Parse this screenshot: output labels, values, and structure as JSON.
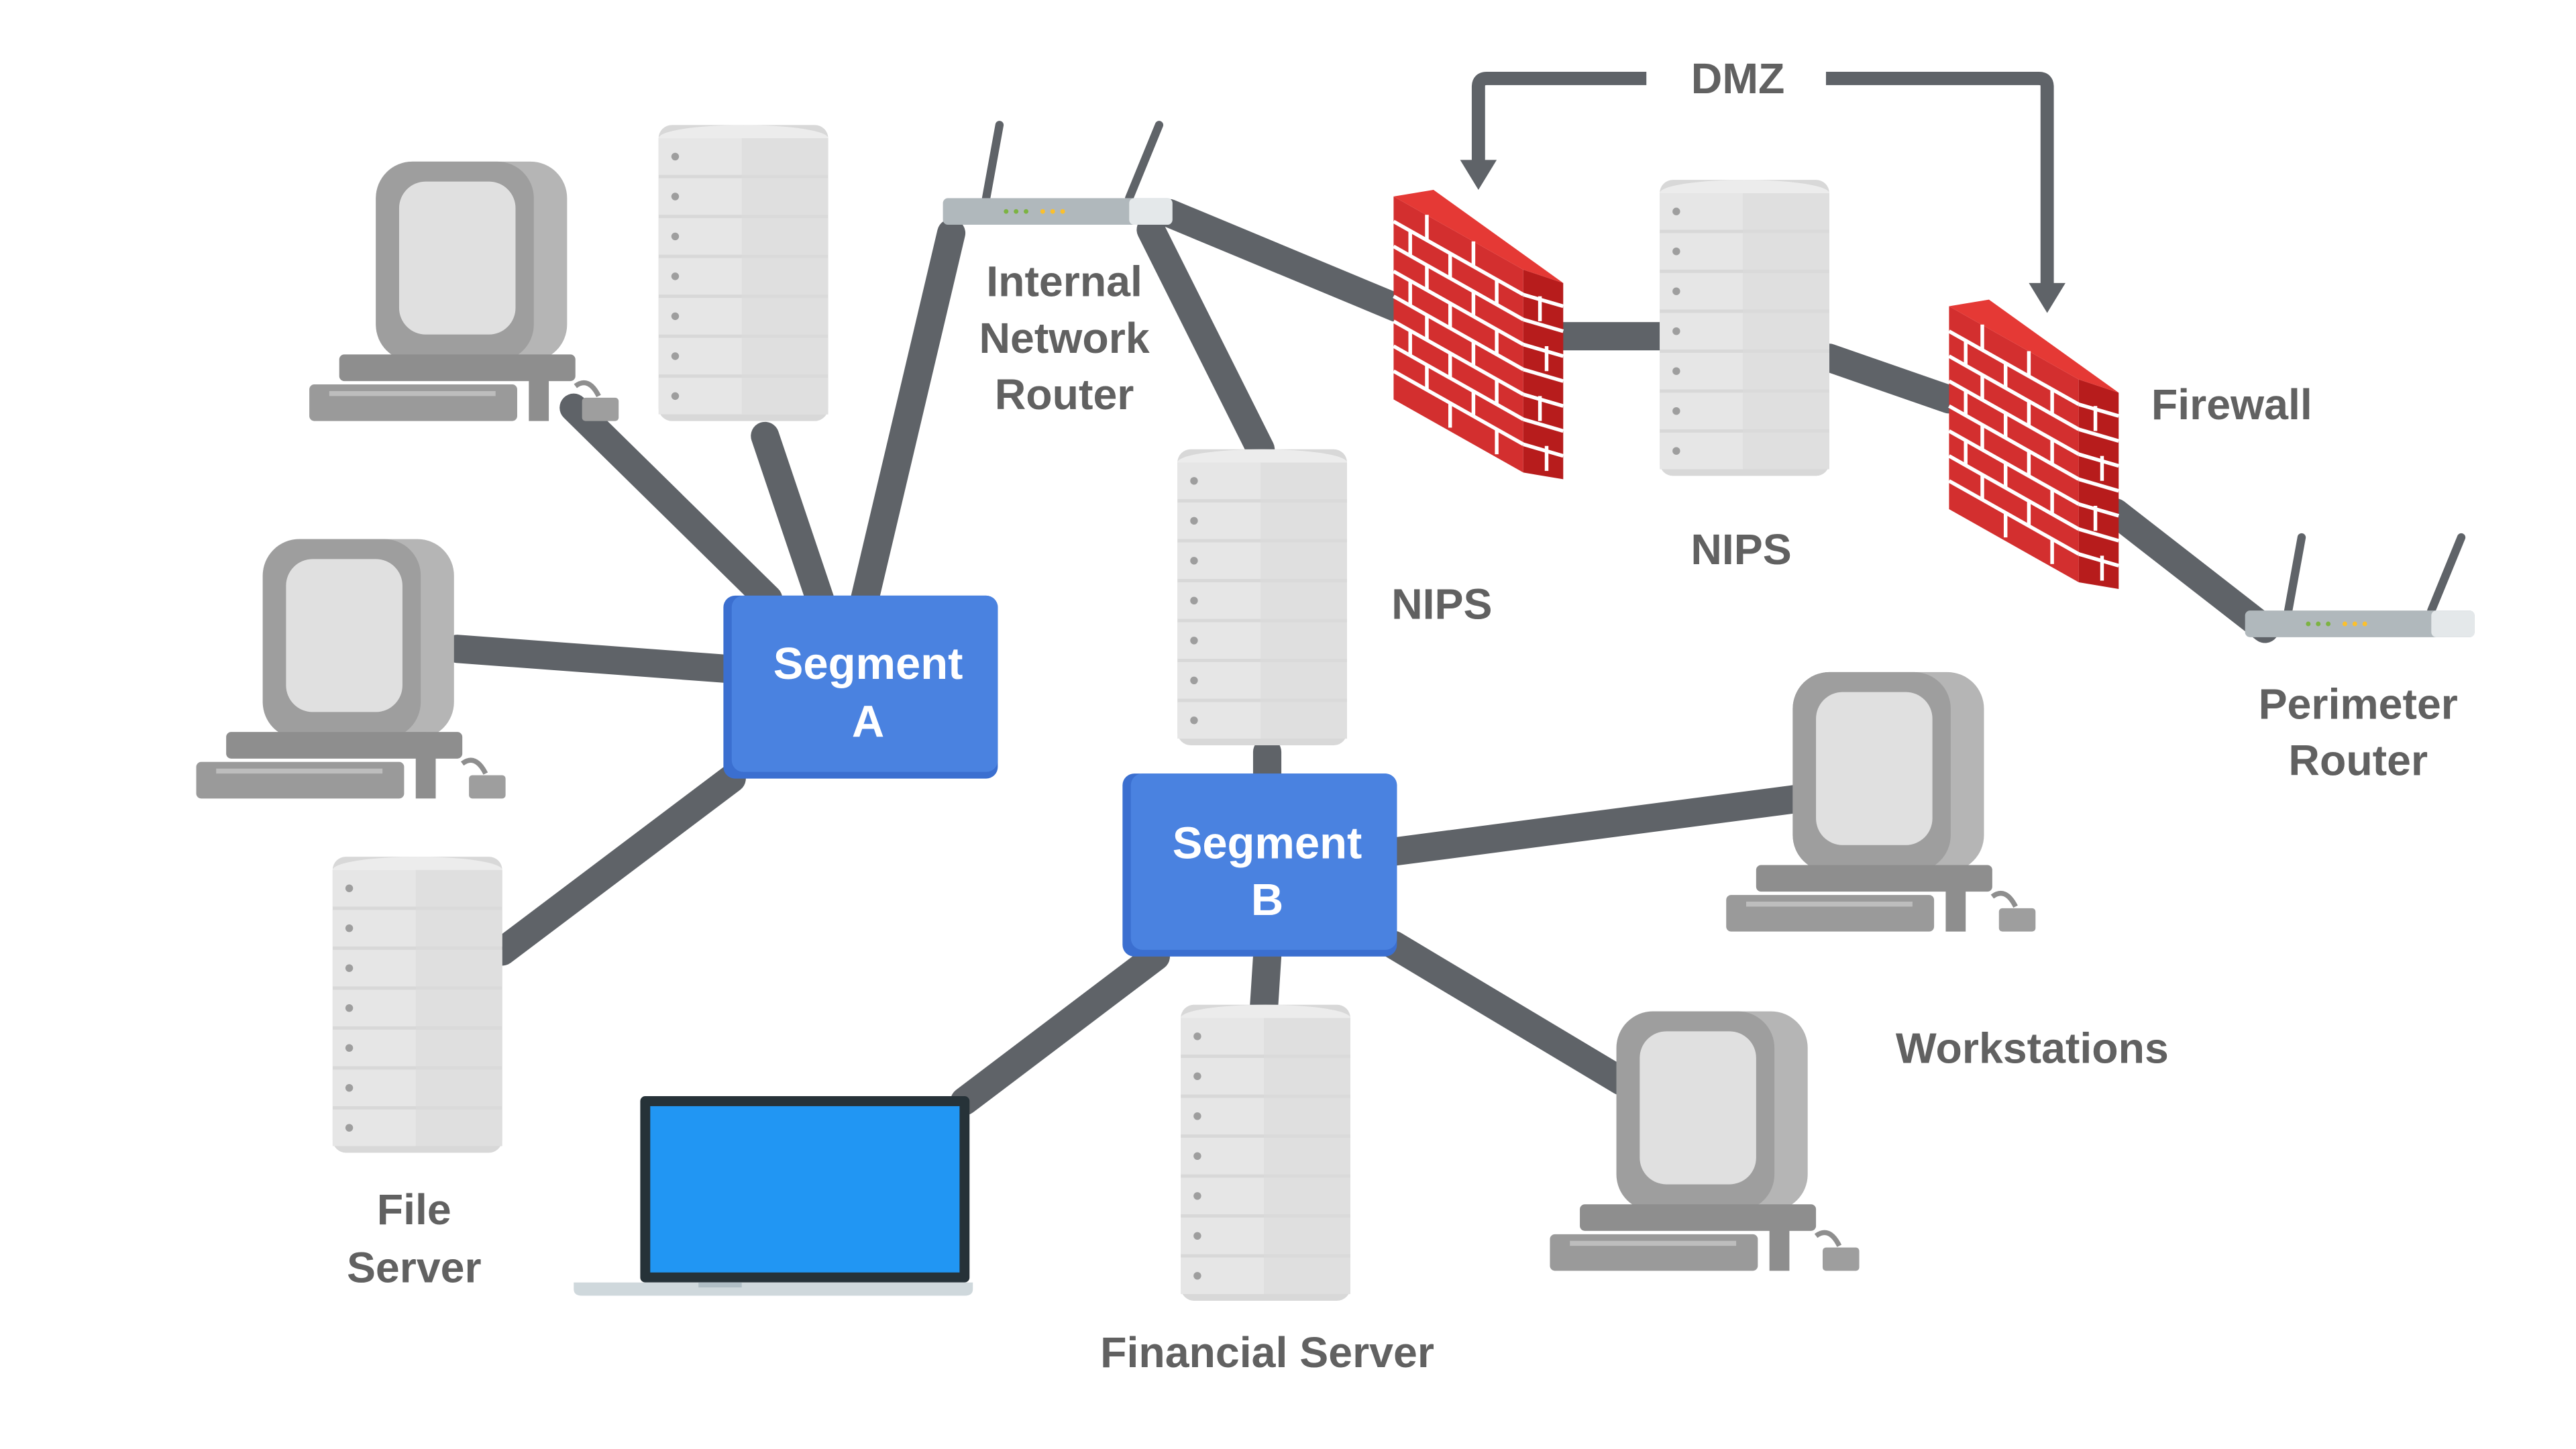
{
  "labels": {
    "segment_a": [
      "Segment",
      "A"
    ],
    "segment_b": [
      "Segment",
      "B"
    ],
    "internal_router": [
      "Internal",
      "Network",
      "Router"
    ],
    "nips_internal": "NIPS",
    "nips_dmz": "NIPS",
    "firewall": "Firewall",
    "perimeter_router": [
      "Perimeter",
      "Router"
    ],
    "dmz": "DMZ",
    "workstations": "Workstations",
    "file_server": [
      "File",
      "Server"
    ],
    "financial_server": "Financial Server"
  },
  "colors": {
    "segment": "#4a82e0",
    "firewall": "#d32f2f",
    "link": "#5f6368",
    "laptop_screen": "#2196f3",
    "label": "#616161"
  }
}
